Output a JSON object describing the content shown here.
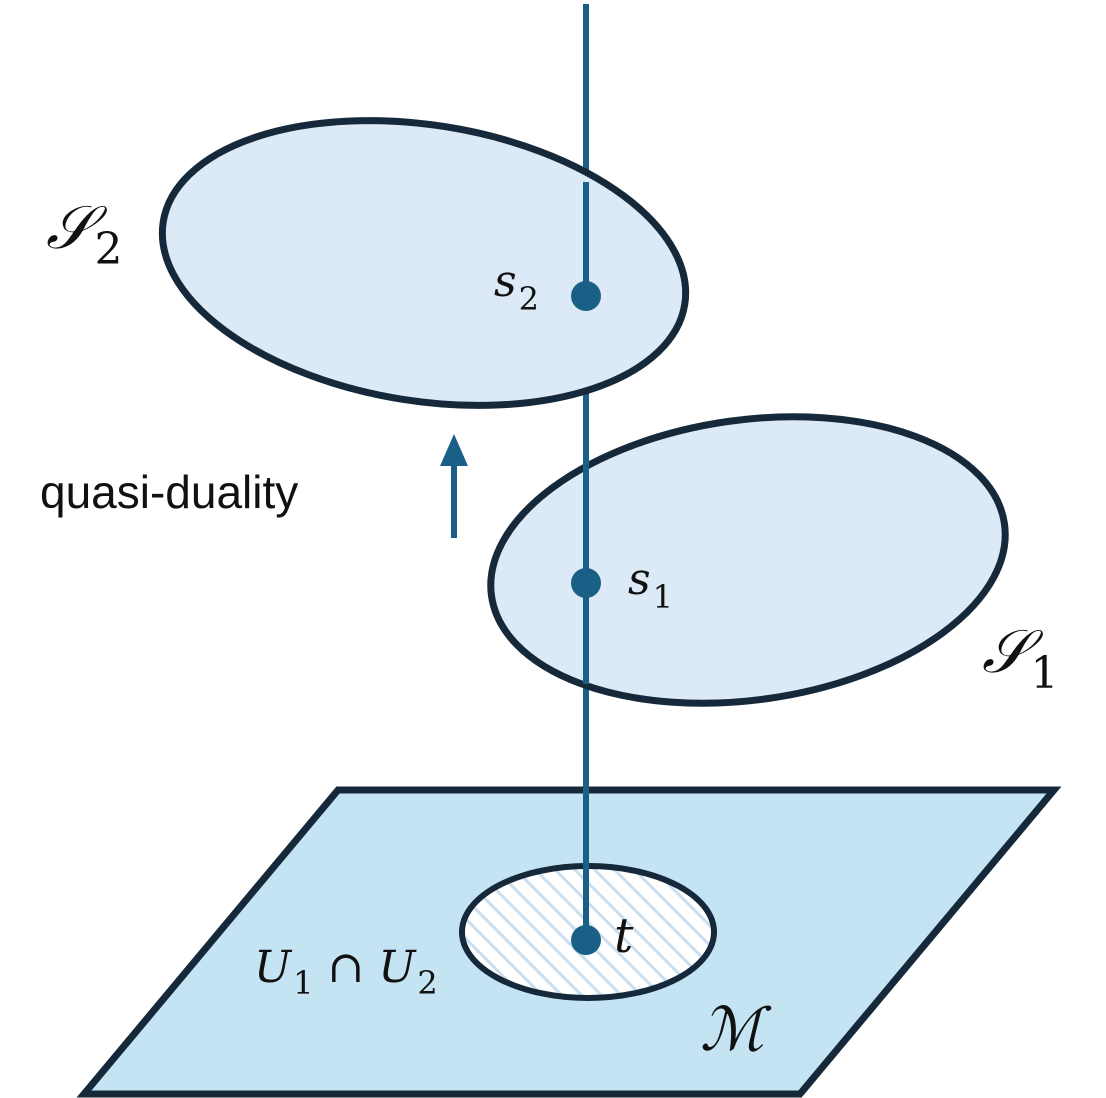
{
  "colors": {
    "plane_fill": "#c5e4f3",
    "ellipse_fill": "#dce9f6",
    "outline": "#15293a",
    "line": "#1a5f86",
    "hatch": "#c9dff0",
    "text": "#111111"
  },
  "labels": {
    "s2_space": {
      "base": "𝒮",
      "sub": "2"
    },
    "s1_space": {
      "base": "𝒮",
      "sub": "1"
    },
    "s2_point": {
      "base": "s",
      "sub": "2"
    },
    "s1_point": {
      "base": "s",
      "sub": "1"
    },
    "t_point": "t",
    "manifold": "ℳ",
    "intersection": {
      "u1": "U",
      "u1_sub": "1",
      "cap": "∩",
      "u2": "U",
      "u2_sub": "2"
    },
    "arrow_label": "quasi-duality"
  }
}
